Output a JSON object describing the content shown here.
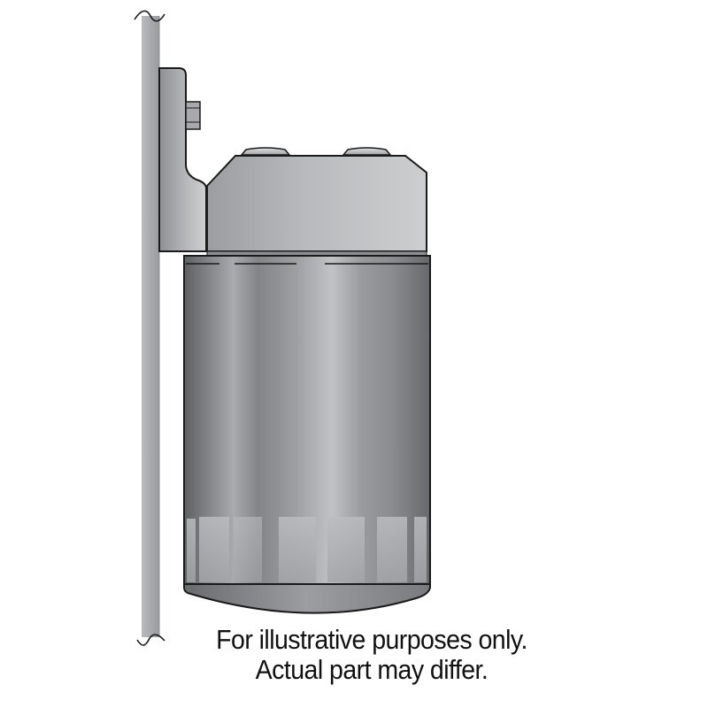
{
  "diagram": {
    "subject": "Oil filter mounted on remote bracket attached to wall plate",
    "parts": [
      {
        "id": "mounting-plate",
        "label": "Mounting plate (break-line cut at top and bottom)"
      },
      {
        "id": "bracket",
        "label": "L-shaped mounting bracket"
      },
      {
        "id": "bolt",
        "label": "Bracket bolt"
      },
      {
        "id": "filter-head",
        "label": "Filter head / adapter with two top ports"
      },
      {
        "id": "filter-canister",
        "label": "Spin-on filter canister"
      },
      {
        "id": "wrench-flats",
        "label": "Filter base wrench flats"
      }
    ],
    "colors": {
      "outline": "#1a1a1a",
      "plate": "#a9aaad",
      "bracket": "#b4b5b8",
      "head": "#bdbec1",
      "canister_dark": "#6e6f73",
      "canister_light": "#c2c3c6",
      "background": "#ffffff"
    }
  },
  "caption": {
    "line1": "For illustrative purposes only.",
    "line2": "Actual part may differ."
  }
}
